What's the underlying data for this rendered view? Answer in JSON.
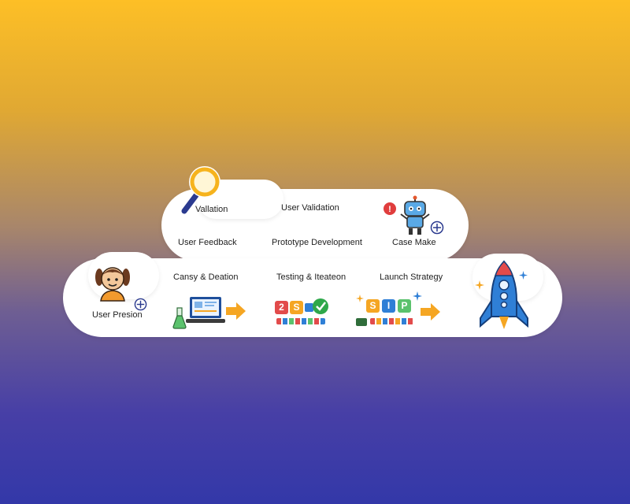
{
  "labels": {
    "validation": "Vallation",
    "user_validation": "User Validation",
    "user_feedback": "User Feedback",
    "prototype_development": "Prototype Development",
    "case_make": "Case Make",
    "cansy_deation": "Cansy & Deation",
    "testing_iteration": "Testing & Iteateon",
    "launch_strategy": "Launch Strategy",
    "user_presion": "User Presion"
  },
  "tiles": {
    "testing": [
      "2",
      "S"
    ],
    "launch": [
      "S",
      "I",
      "P"
    ]
  },
  "badges": {
    "alert": "!"
  },
  "colors": {
    "bg_top": "#fdbf26",
    "bg_bottom": "#3338a8",
    "arrow": "#f5a623",
    "rocket": "#2f7fd6",
    "check": "#2ea84a"
  }
}
